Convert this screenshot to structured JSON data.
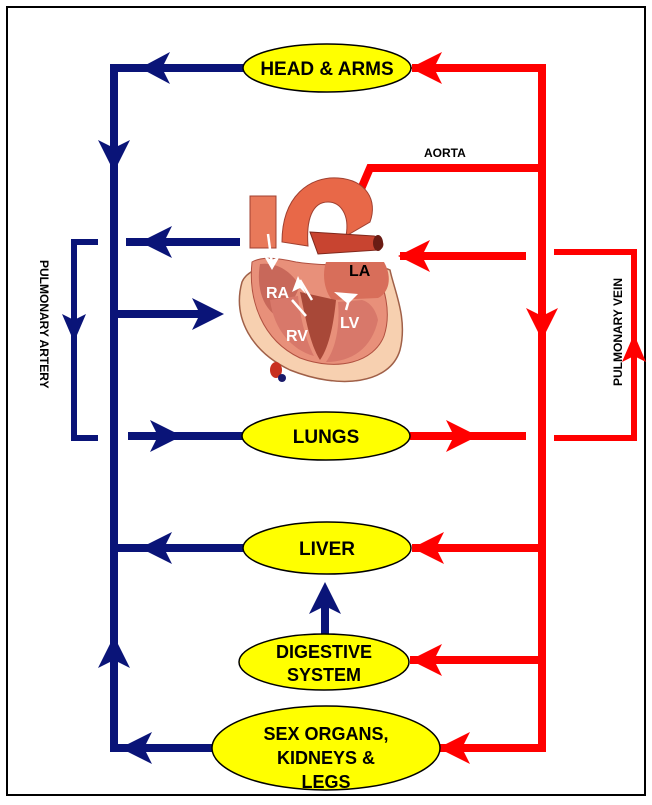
{
  "organs": {
    "head_arms": "HEAD & ARMS",
    "lungs": "LUNGS",
    "liver": "LIVER",
    "digestive_1": "DIGESTIVE",
    "digestive_2": "SYSTEM",
    "sex_1": "SEX ORGANS,",
    "sex_2": "KIDNEYS &",
    "sex_3": "LEGS"
  },
  "vessels": {
    "aorta": "AORTA",
    "pulmonary_artery": "PULMONARY ARTERY",
    "pulmonary_vein": "PULMONARY VEIN"
  },
  "heart_labels": {
    "la": "LA",
    "ra": "RA",
    "rv": "RV",
    "lv": "LV"
  },
  "colors": {
    "deoxygenated": "#0a1478",
    "oxygenated": "#ff0000",
    "organ_fill": "#ffff00",
    "heart_flesh": "#f08060",
    "heart_dark": "#b83828"
  }
}
